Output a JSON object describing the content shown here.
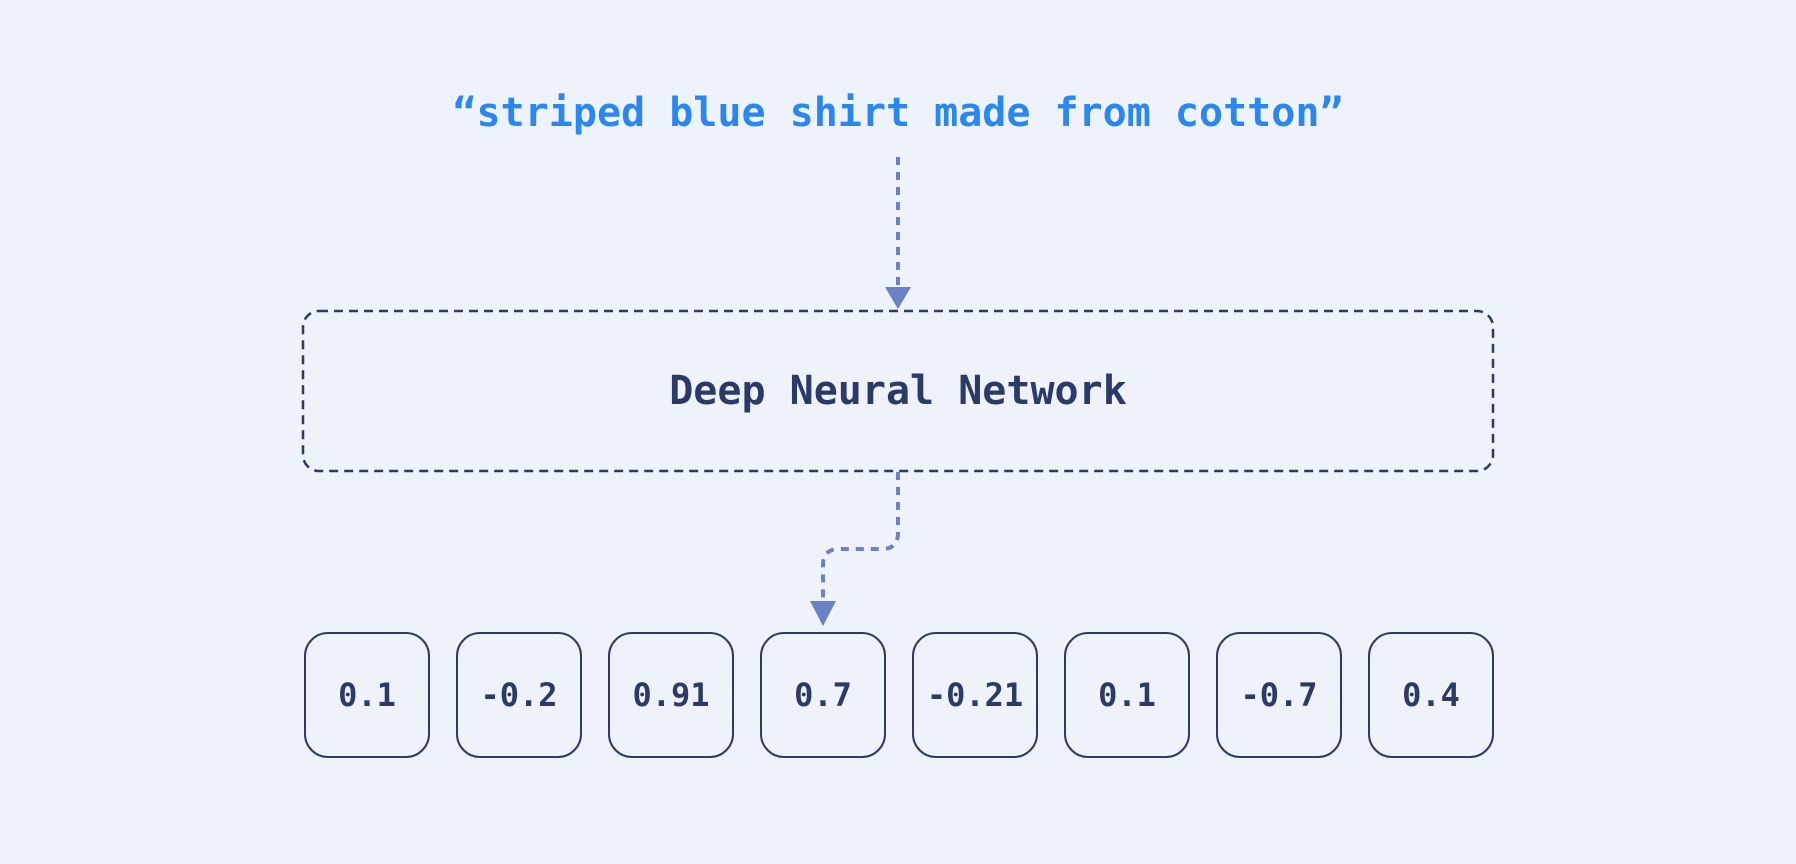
{
  "diagram": {
    "input_text": "“striped blue shirt made from cotton”",
    "network_label": "Deep Neural Network",
    "embedding_values": [
      "0.1",
      "-0.2",
      "0.91",
      "0.7",
      "-0.21",
      "0.1",
      "-0.7",
      "0.4"
    ],
    "colors": {
      "background": "#eef2fb",
      "input_text_blue": "#2b87f0",
      "navy": "#2b3a67",
      "arrow_blue": "#6b81c5"
    }
  }
}
